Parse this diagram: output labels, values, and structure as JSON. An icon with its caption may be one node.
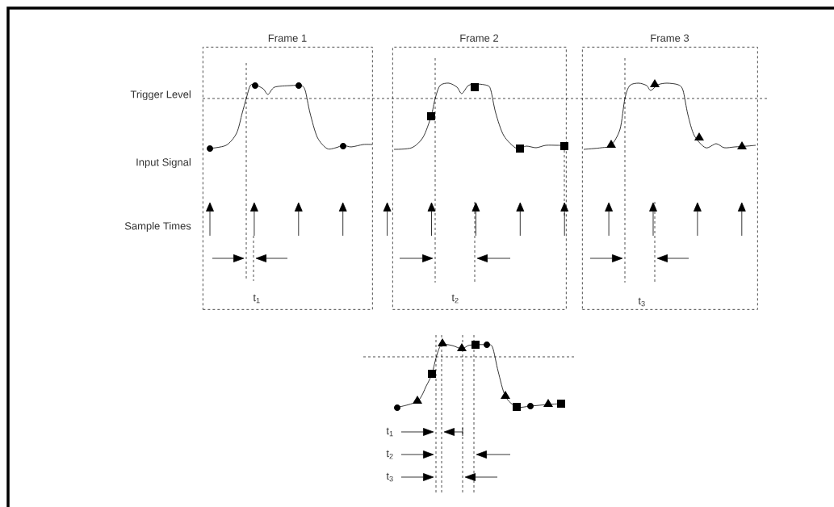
{
  "diagram": {
    "nodes": [
      {
        "text": [
          "Frame 1"
        ]
      },
      {
        "text": [
          "Frame 2"
        ]
      },
      {
        "text": [
          "Frame 3"
        ]
      }
    ],
    "labels": [
      "Trigger Level",
      "Input Signal",
      "Sample Times",
      "t$_{1}$",
      "t$_{2}$",
      "t$_{3}$",
      "t$_{1}$",
      "t$_{2}$",
      "t$_{3}$"
    ]
  }
}
